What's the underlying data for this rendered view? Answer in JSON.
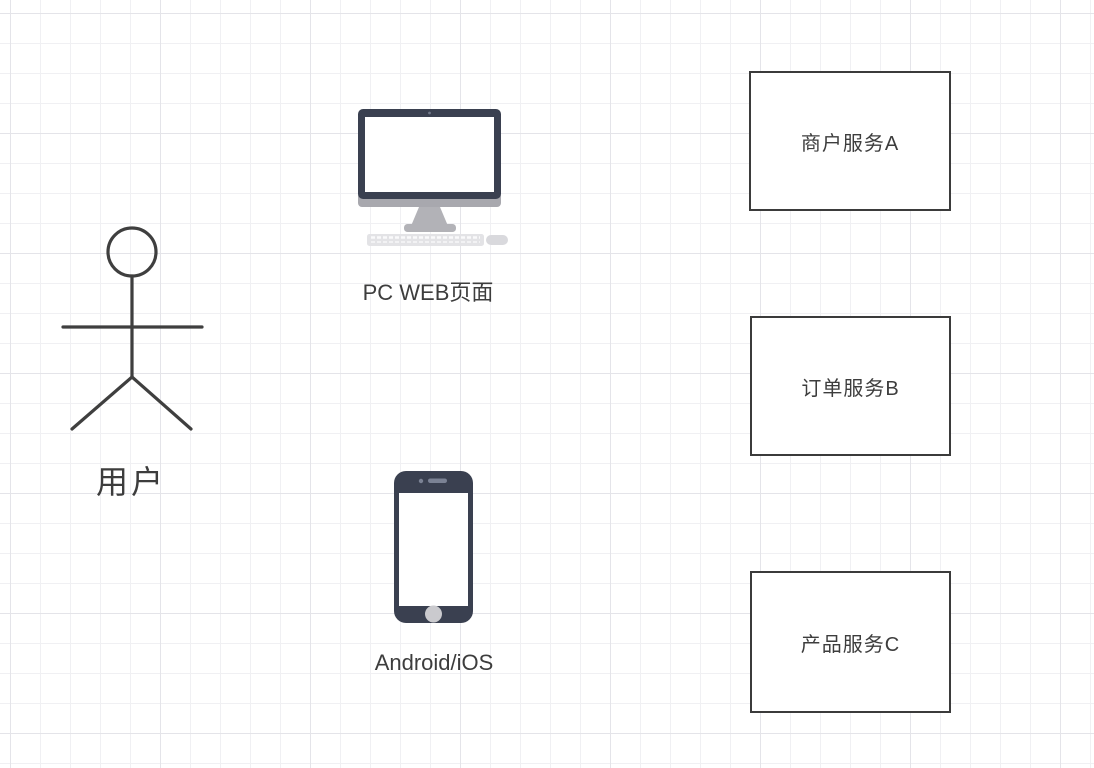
{
  "diagram": {
    "actor": {
      "label": "用户",
      "icon": "stick-figure-icon"
    },
    "pc_web": {
      "label": "PC WEB页面",
      "icon": "desktop-monitor-icon"
    },
    "mobile": {
      "label": "Android/iOS",
      "icon": "smartphone-icon"
    },
    "services": [
      {
        "label": "商户服务A"
      },
      {
        "label": "订单服务B"
      },
      {
        "label": "产品服务C"
      }
    ]
  },
  "colors": {
    "canvas_background": "#ffffff",
    "grid_minor": "#f0f0f3",
    "grid_major": "#e4e4e9",
    "shape_stroke": "#3f3f3f",
    "service_box_border": "#3b3b3b",
    "device_dark": "#3a4050",
    "device_silver": "#aeaeb3",
    "device_light": "#e3e3e6",
    "label_text": "#3d3d3d"
  }
}
